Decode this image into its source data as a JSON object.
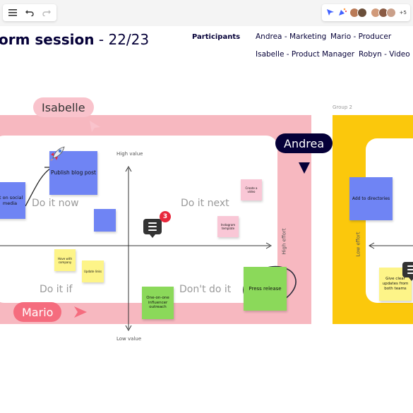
{
  "toolbar": {
    "left": [
      "menu-icon",
      "undo-icon",
      "redo-icon"
    ],
    "right": [
      "reactions-icon",
      "celebrate-icon"
    ],
    "more_count": "+5",
    "avatar_colors": [
      "#b97a57",
      "#6b4f3a",
      "#d19a7a",
      "#8a5b44",
      "#caa08a"
    ]
  },
  "board": {
    "title_bold": "orm session",
    "title_rest": " - 22/23",
    "participants_label": "Participants",
    "participants": [
      "Andrea - Marketing",
      "Mario - Producer",
      "Isabelle - Product Manager",
      "Robyn - Video"
    ],
    "group_label": "Group 2"
  },
  "cursors": [
    {
      "name": "Isabelle",
      "bg": "#f9c3cc",
      "color": "#333333"
    },
    {
      "name": "Andrea",
      "bg": "#050038",
      "color": "#ffffff"
    },
    {
      "name": "Mario",
      "bg": "#f56c7e",
      "color": "#ffffff"
    }
  ],
  "matrix": {
    "high_value": "High value",
    "low_value": "Low value",
    "high_effort": "High effort",
    "low_effort": "Low effort",
    "quadrants": [
      "Do it now",
      "Do it next",
      "Do it if",
      "Don't do it"
    ]
  },
  "stickies": [
    {
      "text": "Publish blog post",
      "color": "blue"
    },
    {
      "text": "st on social media",
      "color": "blue"
    },
    {
      "text": "",
      "color": "blue"
    },
    {
      "text": "Create a video",
      "color": "pink"
    },
    {
      "text": "Instagram template",
      "color": "pink"
    },
    {
      "text": "Hove with company",
      "color": "yellow"
    },
    {
      "text": "Update links",
      "color": "yellow"
    },
    {
      "text": "One-on-one influencer outreach",
      "color": "green"
    },
    {
      "text": "Press release",
      "color": "green"
    },
    {
      "text": "Add to directories",
      "color": "blue"
    },
    {
      "text": "Give clear updates from both teams",
      "color": "yellow"
    }
  ],
  "comments": {
    "count": "3"
  },
  "colors": {
    "pink_zone": "#f7b8c0",
    "yellow_zone": "#fbc80c",
    "navy": "#050038",
    "badge": "#e8283c"
  }
}
